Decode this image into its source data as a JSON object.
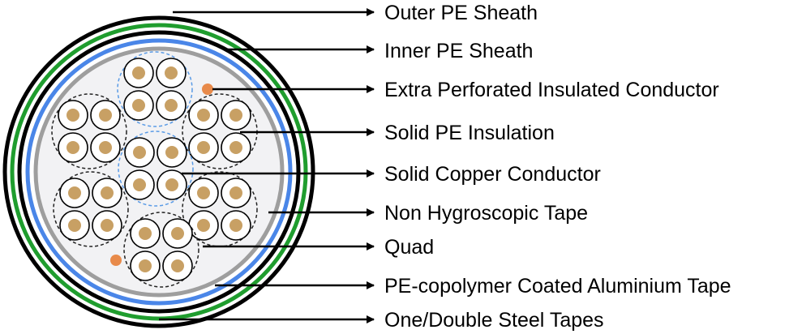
{
  "labels": [
    "Outer PE Sheath",
    "Inner PE Sheath",
    "Extra Perforated Insulated Conductor",
    "Solid PE Insulation",
    "Solid Copper Conductor",
    "Non Hygroscopic Tape",
    "Quad",
    "PE-copolymer Coated Aluminium Tape",
    "One/Double Steel Tapes"
  ],
  "colors": {
    "outline": "#000000",
    "steel_tape_green": "#1f9d2e",
    "aluminium_tape_blue": "#4a86e8",
    "non_hygroscopic_tape_gray": "#9e9e9e",
    "core_fill": "#f2f2f4",
    "copper": "#c8a064",
    "extra_conductor": "#e88a4a",
    "quad_dashed_blue": "#5a9be6",
    "quad_dashed_black": "#222222"
  }
}
